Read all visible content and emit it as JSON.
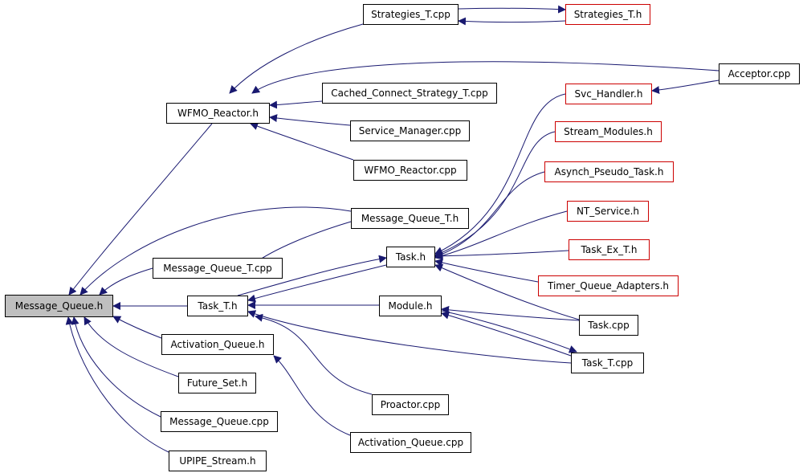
{
  "colors": {
    "edge": "#191970",
    "node_border": "#000000",
    "external_border": "#cc0000",
    "root_fill": "#bfbfbf"
  },
  "nodes": {
    "message_queue_h": "Message_Queue.h",
    "strategies_t_cpp": "Strategies_T.cpp",
    "strategies_t_h": "Strategies_T.h",
    "acceptor_cpp": "Acceptor.cpp",
    "wfmo_reactor_h": "WFMO_Reactor.h",
    "cached_connect_strategy_t_cpp": "Cached_Connect_Strategy_T.cpp",
    "service_manager_cpp": "Service_Manager.cpp",
    "wfmo_reactor_cpp": "WFMO_Reactor.cpp",
    "svc_handler_h": "Svc_Handler.h",
    "stream_modules_h": "Stream_Modules.h",
    "asynch_pseudo_task_h": "Asynch_Pseudo_Task.h",
    "nt_service_h": "NT_Service.h",
    "message_queue_t_h": "Message_Queue_T.h",
    "task_h": "Task.h",
    "task_ex_t_h": "Task_Ex_T.h",
    "message_queue_t_cpp": "Message_Queue_T.cpp",
    "timer_queue_adapters_h": "Timer_Queue_Adapters.h",
    "task_t_h": "Task_T.h",
    "module_h": "Module.h",
    "task_cpp": "Task.cpp",
    "activation_queue_h": "Activation_Queue.h",
    "task_t_cpp": "Task_T.cpp",
    "future_set_h": "Future_Set.h",
    "proactor_cpp": "Proactor.cpp",
    "message_queue_cpp": "Message_Queue.cpp",
    "activation_queue_cpp": "Activation_Queue.cpp",
    "upipe_stream_h": "UPIPE_Stream.h"
  }
}
